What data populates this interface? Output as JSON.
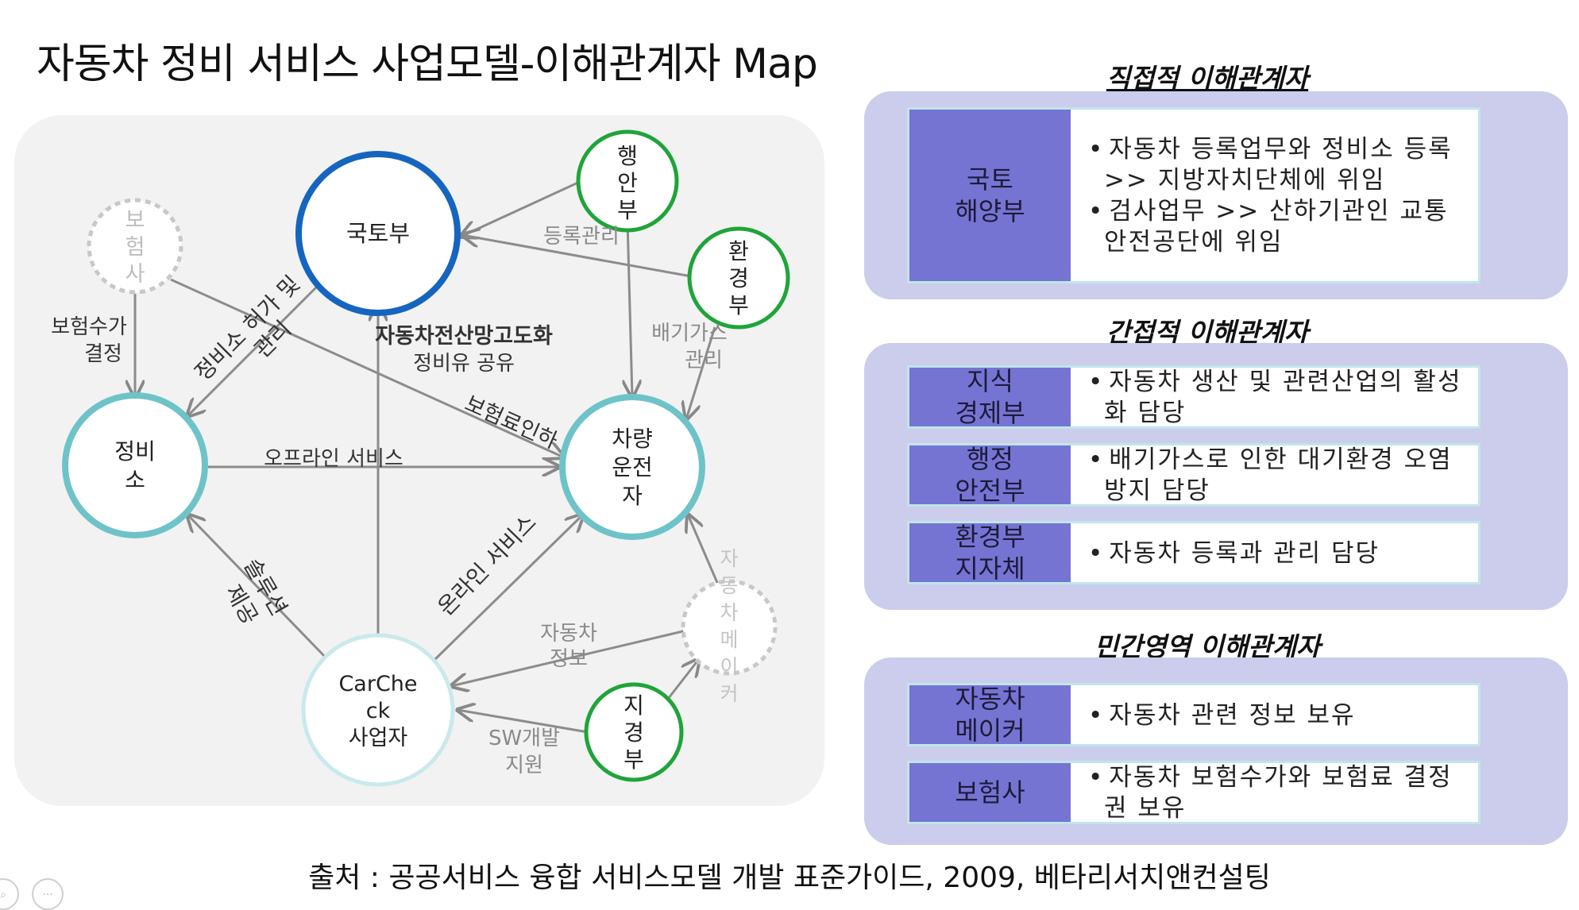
{
  "title": "자동차 정비 서비스 사업모델-이해관계자 Map",
  "nodes": {
    "molit": "국토부",
    "mois": [
      "행",
      "안",
      "부"
    ],
    "env": [
      "환",
      "경",
      "부"
    ],
    "insurer": [
      "보",
      "험",
      "사"
    ],
    "garage": [
      "정비",
      "소"
    ],
    "owner": [
      "차량",
      "운전",
      "자"
    ],
    "carcheck": [
      "CarChe",
      "ck",
      "사업자"
    ],
    "mke": [
      "지",
      "경",
      "부"
    ],
    "maker": [
      "자",
      "동",
      "차",
      "메",
      "이",
      "커"
    ]
  },
  "edge_labels": {
    "registration": "등록관리",
    "emission": [
      "배기가스",
      "관리"
    ],
    "insurance_fee": [
      "보험수가",
      "결정"
    ],
    "license": [
      "정비소 허가 및",
      "관리"
    ],
    "advanced_net": "자동차전산망고도화",
    "info_share": "정비유 공유",
    "premium_down": "보험료인하",
    "offline": "오프라인 서비스",
    "solution": [
      "솔루션",
      "제공"
    ],
    "online": "온라인 서비스",
    "car_info": [
      "자동차",
      "정보"
    ],
    "sw_support": [
      "SW개발",
      "지원"
    ]
  },
  "sections": {
    "direct": {
      "heading": "직접적 이해관계자",
      "rows": [
        {
          "label": "국토\n해양부",
          "bullets": [
            "자동차 등록업무와 정비소 등록 >> 지방자치단체에 위임",
            "검사업무 >> 산하기관인 교통안전공단에 위임"
          ]
        }
      ]
    },
    "indirect": {
      "heading": "간접적 이해관계자",
      "rows": [
        {
          "label": "지식\n경제부",
          "bullets": [
            "자동차 생산 및 관련산업의 활성화 담당"
          ]
        },
        {
          "label": "행정\n안전부",
          "bullets": [
            "배기가스로 인한 대기환경 오염 방지 담당"
          ]
        },
        {
          "label": "환경부\n지자체",
          "bullets": [
            "자동차 등록과 관리 담당"
          ]
        }
      ]
    },
    "private": {
      "heading": "민간영역 이해관계자",
      "rows": [
        {
          "label": "자동차\n메이커",
          "bullets": [
            "자동차 관련 정보 보유"
          ]
        },
        {
          "label": "보험사",
          "bullets": [
            "자동차 보험수가와 보험료 결정권 보유"
          ]
        }
      ]
    }
  },
  "source": "출처 : 공공서비스 융합 서비스모델 개발 표준가이드, 2009, 베타리서치앤컨설팅",
  "colors": {
    "molit_ring": "#1565c0",
    "teal_ring": "#6ec3c9",
    "green_ring": "#1fa43a",
    "light_ring": "#c9e9ec",
    "dashed_ring": "#c8c8c8",
    "label_fill": "#7674d2",
    "group_fill": "#ccccec"
  }
}
